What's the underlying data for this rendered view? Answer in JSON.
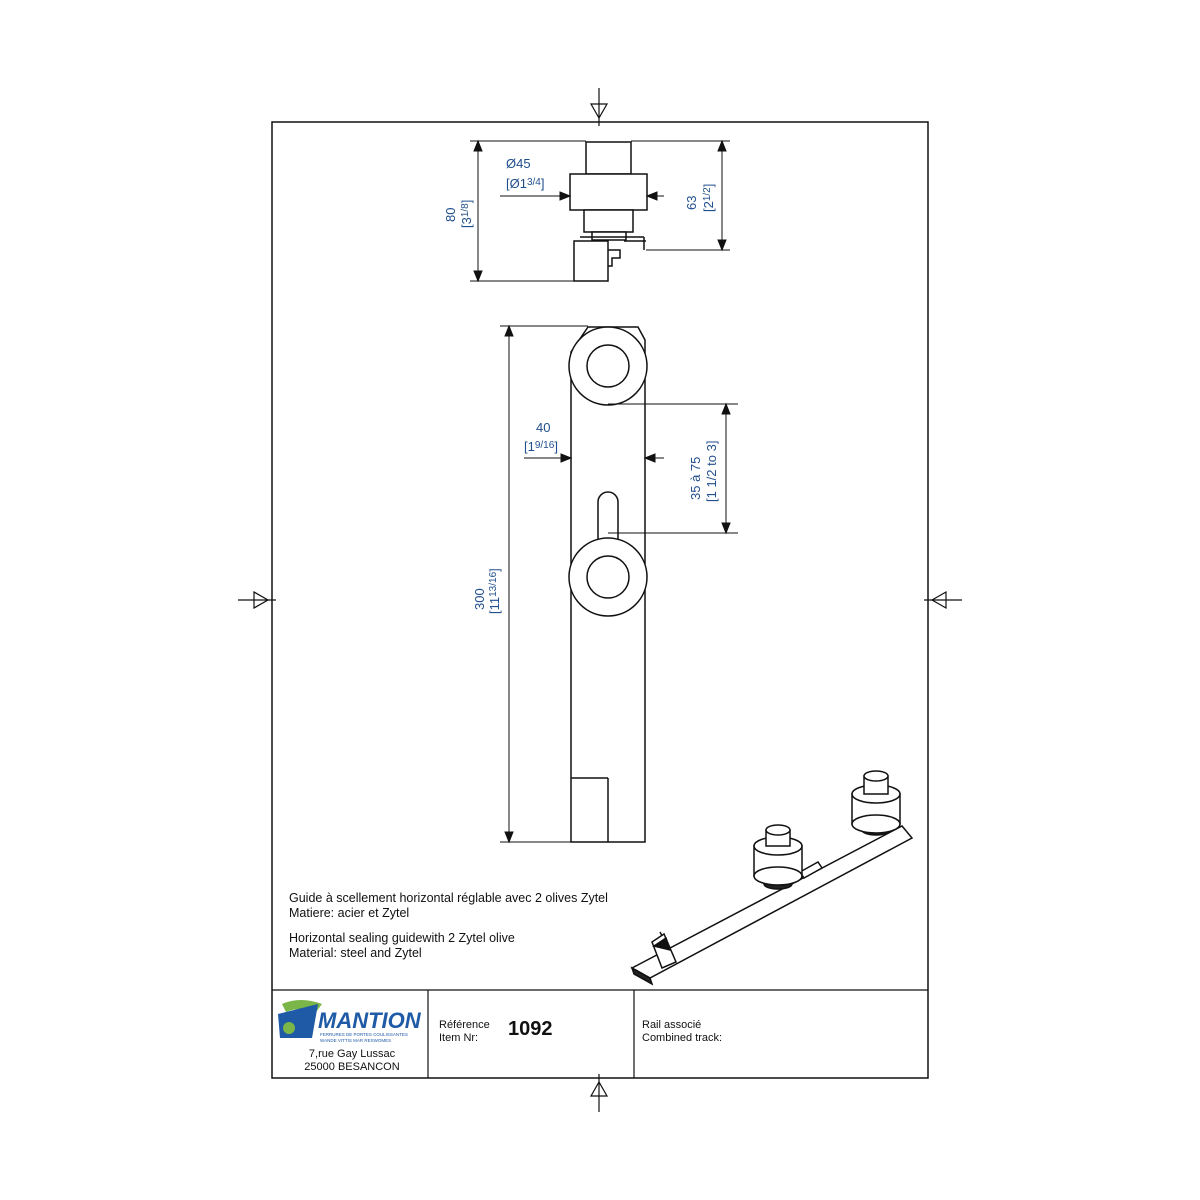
{
  "dimensions": {
    "top_diameter": "Ø45",
    "top_diameter_in_whole": "[Ø1",
    "top_diameter_in_frac": "3/4",
    "top_diameter_in_end": "]",
    "top_height_total": "80",
    "top_height_total_in_whole": "[3",
    "top_height_total_in_frac": "1/8",
    "top_height_total_in_end": "]",
    "top_height_partial": "63",
    "top_height_partial_in_whole": "[2",
    "top_height_partial_in_frac": "1/2",
    "top_height_partial_in_end": "]",
    "width": "40",
    "width_in_whole": "[1",
    "width_in_frac": "9/16",
    "width_in_end": "]",
    "adjust_range": "35 à 75",
    "adjust_range_in": "[1 1/2 to 3]",
    "length": "300",
    "length_in_whole": "[11",
    "length_in_frac": "13/16",
    "length_in_end": "]"
  },
  "description": {
    "fr_line1": "Guide à scellement horizontal réglable avec 2 olives Zytel",
    "fr_line2": "Matiere: acier et Zytel",
    "en_line1": "Horizontal sealing guidewith 2 Zytel olive",
    "en_line2": "Material: steel and Zytel"
  },
  "title_block": {
    "logo_text": "MANTION",
    "logo_tagline1": "FERRURES DE PORTES COULISSANTES",
    "logo_tagline2": "WANDE VITTIS MAR RESWOMES",
    "address_line1": "7,rue Gay Lussac",
    "address_line2": "25000 BESANCON",
    "ref_label_fr": "Référence",
    "ref_label_en": "Item Nr:",
    "ref_value": "1092",
    "rail_label_fr": "Rail associé",
    "rail_label_en": "Combined track:",
    "rail_value": ""
  },
  "colors": {
    "dimension_text": "#1f4e8c",
    "logo_blue": "#1f5aa6",
    "logo_green": "#7ab648",
    "line": "#111111"
  }
}
